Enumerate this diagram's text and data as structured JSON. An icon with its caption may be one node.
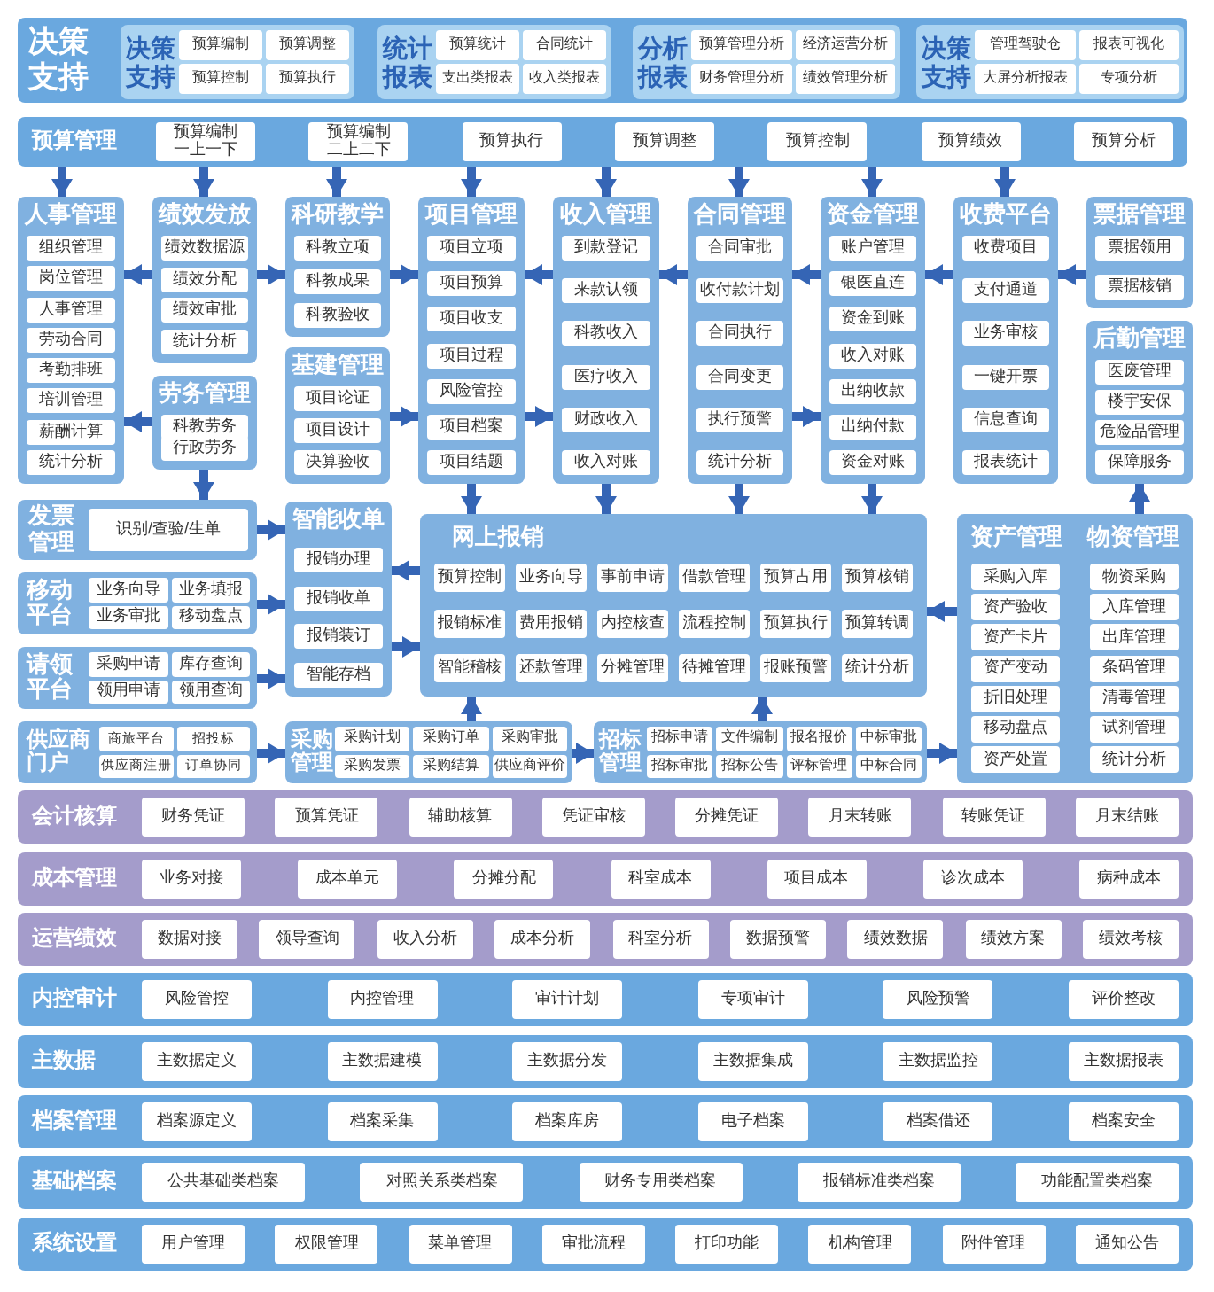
{
  "diagram": {
    "nodes": [
      {
        "text": [
          "决策支持"
        ]
      },
      {
        "text": [
          "决策支持"
        ],
        "in": 0
      },
      {
        "text": [
          "预算编制"
        ],
        "in": 1
      },
      {
        "text": [
          "预算调整"
        ],
        "in": 1
      },
      {
        "text": [
          "预算控制"
        ],
        "in": 1
      },
      {
        "text": [
          "预算执行"
        ],
        "in": 1
      },
      {
        "text": [
          "统计报表"
        ],
        "in": 0
      },
      {
        "text": [
          "预算统计"
        ],
        "in": 6
      },
      {
        "text": [
          "合同统计"
        ],
        "in": 6
      },
      {
        "text": [
          "支出类报表"
        ],
        "in": 6
      },
      {
        "text": [
          "收入类报表"
        ],
        "in": 6
      },
      {
        "text": [
          "分析报表"
        ],
        "in": 0
      },
      {
        "text": [
          "预算管理分析"
        ],
        "in": 11
      },
      {
        "text": [
          "经济运营分析"
        ],
        "in": 11
      },
      {
        "text": [
          "财务管理分析"
        ],
        "in": 11
      },
      {
        "text": [
          "绩效管理分析"
        ],
        "in": 11
      },
      {
        "text": [
          "决策支持"
        ],
        "in": 0
      },
      {
        "text": [
          "管理驾驶仓"
        ],
        "in": 16
      },
      {
        "text": [
          "报表可视化"
        ],
        "in": 16
      },
      {
        "text": [
          "大屏分析报表"
        ],
        "in": 16
      },
      {
        "text": [
          "专项分析"
        ],
        "in": 16
      },
      {
        "text": [
          "预算管理"
        ]
      },
      {
        "text": [
          "预算编制一上一下"
        ],
        "in": 21
      },
      {
        "text": [
          "预算编制二上二下"
        ],
        "in": 21
      },
      {
        "text": [
          "预算执行"
        ],
        "in": 21
      },
      {
        "text": [
          "预算调整"
        ],
        "in": 21
      },
      {
        "text": [
          "预算控制"
        ],
        "in": 21
      },
      {
        "text": [
          "预算绩效"
        ],
        "in": 21
      },
      {
        "text": [
          "预算分析"
        ],
        "in": 21
      },
      {
        "text": [
          "人事管理"
        ]
      },
      {
        "text": [
          "组织管理"
        ],
        "in": 29
      },
      {
        "text": [
          "岗位管理"
        ],
        "in": 29
      },
      {
        "text": [
          "人事管理"
        ],
        "in": 29
      },
      {
        "text": [
          "劳动合同"
        ],
        "in": 29
      },
      {
        "text": [
          "考勤排班"
        ],
        "in": 29
      },
      {
        "text": [
          "培训管理"
        ],
        "in": 29
      },
      {
        "text": [
          "薪酬计算"
        ],
        "in": 29
      },
      {
        "text": [
          "统计分析"
        ],
        "in": 29
      },
      {
        "text": [
          "绩效发放"
        ]
      },
      {
        "text": [
          "绩效数据源"
        ],
        "in": 38
      },
      {
        "text": [
          "绩效分配"
        ],
        "in": 38
      },
      {
        "text": [
          "绩效审批"
        ],
        "in": 38
      },
      {
        "text": [
          "统计分析"
        ],
        "in": 38
      },
      {
        "text": [
          "劳务管理"
        ]
      },
      {
        "text": [
          "科教劳务"
        ],
        "in": 43
      },
      {
        "text": [
          "行政劳务"
        ],
        "in": 43
      },
      {
        "text": [
          "科研教学"
        ]
      },
      {
        "text": [
          "科教立项"
        ],
        "in": 46
      },
      {
        "text": [
          "科教成果"
        ],
        "in": 46
      },
      {
        "text": [
          "科教验收"
        ],
        "in": 46
      },
      {
        "text": [
          "基建管理"
        ]
      },
      {
        "text": [
          "项目论证"
        ],
        "in": 50
      },
      {
        "text": [
          "项目设计"
        ],
        "in": 50
      },
      {
        "text": [
          "决算验收"
        ],
        "in": 50
      },
      {
        "text": [
          "项目管理"
        ]
      },
      {
        "text": [
          "项目立项"
        ],
        "in": 54
      },
      {
        "text": [
          "项目预算"
        ],
        "in": 54
      },
      {
        "text": [
          "项目收支"
        ],
        "in": 54
      },
      {
        "text": [
          "项目过程"
        ],
        "in": 54
      },
      {
        "text": [
          "风险管控"
        ],
        "in": 54
      },
      {
        "text": [
          "项目档案"
        ],
        "in": 54
      },
      {
        "text": [
          "项目结题"
        ],
        "in": 54
      },
      {
        "text": [
          "收入管理"
        ]
      },
      {
        "text": [
          "到款登记"
        ],
        "in": 62
      },
      {
        "text": [
          "来款认领"
        ],
        "in": 62
      },
      {
        "text": [
          "科教收入"
        ],
        "in": 62
      },
      {
        "text": [
          "医疗收入"
        ],
        "in": 62
      },
      {
        "text": [
          "财政收入"
        ],
        "in": 62
      },
      {
        "text": [
          "收入对账"
        ],
        "in": 62
      },
      {
        "text": [
          "合同管理"
        ]
      },
      {
        "text": [
          "合同审批"
        ],
        "in": 69
      },
      {
        "text": [
          "收付款计划"
        ],
        "in": 69
      },
      {
        "text": [
          "合同执行"
        ],
        "in": 69
      },
      {
        "text": [
          "合同变更"
        ],
        "in": 69
      },
      {
        "text": [
          "执行预警"
        ],
        "in": 69
      },
      {
        "text": [
          "统计分析"
        ],
        "in": 69
      },
      {
        "text": [
          "资金管理"
        ]
      },
      {
        "text": [
          "账户管理"
        ],
        "in": 76
      },
      {
        "text": [
          "银医直连"
        ],
        "in": 76
      },
      {
        "text": [
          "资金到账"
        ],
        "in": 76
      },
      {
        "text": [
          "收入对账"
        ],
        "in": 76
      },
      {
        "text": [
          "出纳收款"
        ],
        "in": 76
      },
      {
        "text": [
          "出纳付款"
        ],
        "in": 76
      },
      {
        "text": [
          "资金对账"
        ],
        "in": 76
      },
      {
        "text": [
          "收费平台"
        ]
      },
      {
        "text": [
          "收费项目"
        ],
        "in": 84
      },
      {
        "text": [
          "支付通道"
        ],
        "in": 84
      },
      {
        "text": [
          "业务审核"
        ],
        "in": 84
      },
      {
        "text": [
          "一键开票"
        ],
        "in": 84
      },
      {
        "text": [
          "信息查询"
        ],
        "in": 84
      },
      {
        "text": [
          "报表统计"
        ],
        "in": 84
      },
      {
        "text": [
          "票据管理"
        ]
      },
      {
        "text": [
          "票据领用"
        ],
        "in": 91
      },
      {
        "text": [
          "票据核销"
        ],
        "in": 91
      },
      {
        "text": [
          "后勤管理"
        ]
      },
      {
        "text": [
          "医废管理"
        ],
        "in": 94
      },
      {
        "text": [
          "楼宇安保"
        ],
        "in": 94
      },
      {
        "text": [
          "危险品管理"
        ],
        "in": 94
      },
      {
        "text": [
          "保障服务"
        ],
        "in": 94
      },
      {
        "text": [
          "发票管理"
        ]
      },
      {
        "text": [
          "识别/查验/生单"
        ],
        "in": 99
      },
      {
        "text": [
          "移动平台"
        ]
      },
      {
        "text": [
          "业务向导"
        ],
        "in": 101
      },
      {
        "text": [
          "业务填报"
        ],
        "in": 101
      },
      {
        "text": [
          "业务审批"
        ],
        "in": 101
      },
      {
        "text": [
          "移动盘点"
        ],
        "in": 101
      },
      {
        "text": [
          "请领平台"
        ]
      },
      {
        "text": [
          "采购申请"
        ],
        "in": 106
      },
      {
        "text": [
          "库存查询"
        ],
        "in": 106
      },
      {
        "text": [
          "领用申请"
        ],
        "in": 106
      },
      {
        "text": [
          "领用查询"
        ],
        "in": 106
      },
      {
        "text": [
          "供应商门户"
        ]
      },
      {
        "text": [
          "商旅平台"
        ],
        "in": 111
      },
      {
        "text": [
          "招投标"
        ],
        "in": 111
      },
      {
        "text": [
          "供应商注册"
        ],
        "in": 111
      },
      {
        "text": [
          "订单协同"
        ],
        "in": 111
      },
      {
        "text": [
          "智能收单"
        ]
      },
      {
        "text": [
          "报销办理"
        ],
        "in": 116
      },
      {
        "text": [
          "报销收单"
        ],
        "in": 116
      },
      {
        "text": [
          "报销装订"
        ],
        "in": 116
      },
      {
        "text": [
          "智能存档"
        ],
        "in": 116
      },
      {
        "text": [
          "网上报销"
        ]
      },
      {
        "text": [
          "预算控制"
        ],
        "in": 121
      },
      {
        "text": [
          "业务向导"
        ],
        "in": 121
      },
      {
        "text": [
          "事前申请"
        ],
        "in": 121
      },
      {
        "text": [
          "借款管理"
        ],
        "in": 121
      },
      {
        "text": [
          "预算占用"
        ],
        "in": 121
      },
      {
        "text": [
          "预算核销"
        ],
        "in": 121
      },
      {
        "text": [
          "报销标准"
        ],
        "in": 121
      },
      {
        "text": [
          "费用报销"
        ],
        "in": 121
      },
      {
        "text": [
          "内控核查"
        ],
        "in": 121
      },
      {
        "text": [
          "流程控制"
        ],
        "in": 121
      },
      {
        "text": [
          "预算执行"
        ],
        "in": 121
      },
      {
        "text": [
          "预算转调"
        ],
        "in": 121
      },
      {
        "text": [
          "智能稽核"
        ],
        "in": 121
      },
      {
        "text": [
          "还款管理"
        ],
        "in": 121
      },
      {
        "text": [
          "分摊管理"
        ],
        "in": 121
      },
      {
        "text": [
          "待摊管理"
        ],
        "in": 121
      },
      {
        "text": [
          "报账预警"
        ],
        "in": 121
      },
      {
        "text": [
          "统计分析"
        ],
        "in": 121
      },
      {
        "text": [
          "采购管理"
        ]
      },
      {
        "text": [
          "采购计划"
        ],
        "in": 140
      },
      {
        "text": [
          "采购订单"
        ],
        "in": 140
      },
      {
        "text": [
          "采购审批"
        ],
        "in": 140
      },
      {
        "text": [
          "采购发票"
        ],
        "in": 140
      },
      {
        "text": [
          "采购结算"
        ],
        "in": 140
      },
      {
        "text": [
          "供应商评价"
        ],
        "in": 140
      },
      {
        "text": [
          "招标管理"
        ]
      },
      {
        "text": [
          "招标申请"
        ],
        "in": 147
      },
      {
        "text": [
          "文件编制"
        ],
        "in": 147
      },
      {
        "text": [
          "报名报价"
        ],
        "in": 147
      },
      {
        "text": [
          "中标审批"
        ],
        "in": 147
      },
      {
        "text": [
          "招标审批"
        ],
        "in": 147
      },
      {
        "text": [
          "招标公告"
        ],
        "in": 147
      },
      {
        "text": [
          "评标管理"
        ],
        "in": 147
      },
      {
        "text": [
          "中标合同"
        ],
        "in": 147
      },
      {
        "text": [
          "资产管理",
          "物资管理"
        ]
      },
      {
        "text": [
          "采购入库"
        ],
        "in": 156
      },
      {
        "text": [
          "资产验收"
        ],
        "in": 156
      },
      {
        "text": [
          "资产卡片"
        ],
        "in": 156
      },
      {
        "text": [
          "资产变动"
        ],
        "in": 156
      },
      {
        "text": [
          "折旧处理"
        ],
        "in": 156
      },
      {
        "text": [
          "移动盘点"
        ],
        "in": 156
      },
      {
        "text": [
          "资产处置"
        ],
        "in": 156
      },
      {
        "text": [
          "物资采购"
        ],
        "in": 156
      },
      {
        "text": [
          "入库管理"
        ],
        "in": 156
      },
      {
        "text": [
          "出库管理"
        ],
        "in": 156
      },
      {
        "text": [
          "条码管理"
        ],
        "in": 156
      },
      {
        "text": [
          "清毒管理"
        ],
        "in": 156
      },
      {
        "text": [
          "试剂管理"
        ],
        "in": 156
      },
      {
        "text": [
          "统计分析"
        ],
        "in": 156
      },
      {
        "text": [
          "会计核算"
        ]
      },
      {
        "text": [
          "财务凭证"
        ],
        "in": 171
      },
      {
        "text": [
          "预算凭证"
        ],
        "in": 171
      },
      {
        "text": [
          "辅助核算"
        ],
        "in": 171
      },
      {
        "text": [
          "凭证审核"
        ],
        "in": 171
      },
      {
        "text": [
          "分摊凭证"
        ],
        "in": 171
      },
      {
        "text": [
          "月末转账"
        ],
        "in": 171
      },
      {
        "text": [
          "转账凭证"
        ],
        "in": 171
      },
      {
        "text": [
          "月末结账"
        ],
        "in": 171
      },
      {
        "text": [
          "成本管理"
        ]
      },
      {
        "text": [
          "业务对接"
        ],
        "in": 180
      },
      {
        "text": [
          "成本单元"
        ],
        "in": 180
      },
      {
        "text": [
          "分摊分配"
        ],
        "in": 180
      },
      {
        "text": [
          "科室成本"
        ],
        "in": 180
      },
      {
        "text": [
          "项目成本"
        ],
        "in": 180
      },
      {
        "text": [
          "诊次成本"
        ],
        "in": 180
      },
      {
        "text": [
          "病种成本"
        ],
        "in": 180
      },
      {
        "text": [
          "运营绩效"
        ]
      },
      {
        "text": [
          "数据对接"
        ],
        "in": 188
      },
      {
        "text": [
          "领导查询"
        ],
        "in": 188
      },
      {
        "text": [
          "收入分析"
        ],
        "in": 188
      },
      {
        "text": [
          "成本分析"
        ],
        "in": 188
      },
      {
        "text": [
          "科室分析"
        ],
        "in": 188
      },
      {
        "text": [
          "数据预警"
        ],
        "in": 188
      },
      {
        "text": [
          "绩效数据"
        ],
        "in": 188
      },
      {
        "text": [
          "绩效方案"
        ],
        "in": 188
      },
      {
        "text": [
          "绩效考核"
        ],
        "in": 188
      },
      {
        "text": [
          "内控审计"
        ]
      },
      {
        "text": [
          "风险管控"
        ],
        "in": 198
      },
      {
        "text": [
          "内控管理"
        ],
        "in": 198
      },
      {
        "text": [
          "审计计划"
        ],
        "in": 198
      },
      {
        "text": [
          "专项审计"
        ],
        "in": 198
      },
      {
        "text": [
          "风险预警"
        ],
        "in": 198
      },
      {
        "text": [
          "评价整改"
        ],
        "in": 198
      },
      {
        "text": [
          "主数据"
        ]
      },
      {
        "text": [
          "主数据定义"
        ],
        "in": 205
      },
      {
        "text": [
          "主数据建模"
        ],
        "in": 205
      },
      {
        "text": [
          "主数据分发"
        ],
        "in": 205
      },
      {
        "text": [
          "主数据集成"
        ],
        "in": 205
      },
      {
        "text": [
          "主数据监控"
        ],
        "in": 205
      },
      {
        "text": [
          "主数据报表"
        ],
        "in": 205
      },
      {
        "text": [
          "档案管理"
        ]
      },
      {
        "text": [
          "档案源定义"
        ],
        "in": 212
      },
      {
        "text": [
          "档案采集"
        ],
        "in": 212
      },
      {
        "text": [
          "档案库房"
        ],
        "in": 212
      },
      {
        "text": [
          "电子档案"
        ],
        "in": 212
      },
      {
        "text": [
          "档案借还"
        ],
        "in": 212
      },
      {
        "text": [
          "档案安全"
        ],
        "in": 212
      },
      {
        "text": [
          "基础档案"
        ]
      },
      {
        "text": [
          "公共基础类档案"
        ],
        "in": 219
      },
      {
        "text": [
          "对照关系类档案"
        ],
        "in": 219
      },
      {
        "text": [
          "财务专用类档案"
        ],
        "in": 219
      },
      {
        "text": [
          "报销标准类档案"
        ],
        "in": 219
      },
      {
        "text": [
          "功能配置类档案"
        ],
        "in": 219
      },
      {
        "text": [
          "系统设置"
        ]
      },
      {
        "text": [
          "用户管理"
        ],
        "in": 225
      },
      {
        "text": [
          "权限管理"
        ],
        "in": 225
      },
      {
        "text": [
          "菜单管理"
        ],
        "in": 225
      },
      {
        "text": [
          "审批流程"
        ],
        "in": 225
      },
      {
        "text": [
          "打印功能"
        ],
        "in": 225
      },
      {
        "text": [
          "机构管理"
        ],
        "in": 225
      },
      {
        "text": [
          "附件管理"
        ],
        "in": 225
      },
      {
        "text": [
          "通知公告"
        ],
        "in": 225
      }
    ],
    "edges": [
      {
        "from": 21,
        "to": 29,
        "arrow": "to"
      },
      {
        "from": 21,
        "to": 38,
        "arrow": "to"
      },
      {
        "from": 21,
        "to": 46,
        "arrow": "to"
      },
      {
        "from": 21,
        "to": 54,
        "arrow": "to"
      },
      {
        "from": 21,
        "to": 62,
        "arrow": "to"
      },
      {
        "from": 21,
        "to": 69,
        "arrow": "to"
      },
      {
        "from": 21,
        "to": 76,
        "arrow": "to"
      },
      {
        "from": 21,
        "to": 84,
        "arrow": "to"
      },
      {
        "from": 38,
        "to": 29,
        "arrow": "to"
      },
      {
        "from": 38,
        "to": 46,
        "arrow": "to"
      },
      {
        "from": 46,
        "to": 54,
        "arrow": "to"
      },
      {
        "from": 62,
        "to": 54,
        "arrow": "to"
      },
      {
        "from": 69,
        "to": 62,
        "arrow": "to"
      },
      {
        "from": 76,
        "to": 69,
        "arrow": "to"
      },
      {
        "from": 84,
        "to": 76,
        "arrow": "to"
      },
      {
        "from": 91,
        "to": 84,
        "arrow": "to"
      },
      {
        "from": 43,
        "to": 29,
        "arrow": "to"
      },
      {
        "from": 50,
        "to": 54,
        "arrow": "to"
      },
      {
        "from": 54,
        "to": 62,
        "arrow": "to"
      },
      {
        "from": 69,
        "to": 76,
        "arrow": "to"
      },
      {
        "from": 43,
        "to": 99,
        "arrow": "to"
      },
      {
        "from": 54,
        "to": 121,
        "arrow": "to"
      },
      {
        "from": 62,
        "to": 121,
        "arrow": "to"
      },
      {
        "from": 69,
        "to": 121,
        "arrow": "to"
      },
      {
        "from": 76,
        "to": 121,
        "arrow": "to"
      },
      {
        "from": 156,
        "to": 94,
        "arrow": "to"
      },
      {
        "from": 99,
        "to": 116,
        "arrow": "to"
      },
      {
        "from": 121,
        "to": 116,
        "arrow": "to"
      },
      {
        "from": 101,
        "to": 116,
        "arrow": "to"
      },
      {
        "from": 116,
        "to": 121,
        "arrow": "to"
      },
      {
        "from": 106,
        "to": 116,
        "arrow": "to"
      },
      {
        "from": 156,
        "to": 121,
        "arrow": "to"
      },
      {
        "from": 140,
        "to": 121,
        "arrow": "to"
      },
      {
        "from": 147,
        "to": 121,
        "arrow": "to"
      },
      {
        "from": 111,
        "to": 140,
        "arrow": "to"
      },
      {
        "from": 140,
        "to": 147,
        "arrow": "to"
      },
      {
        "from": 147,
        "to": 156,
        "arrow": "to"
      }
    ]
  }
}
